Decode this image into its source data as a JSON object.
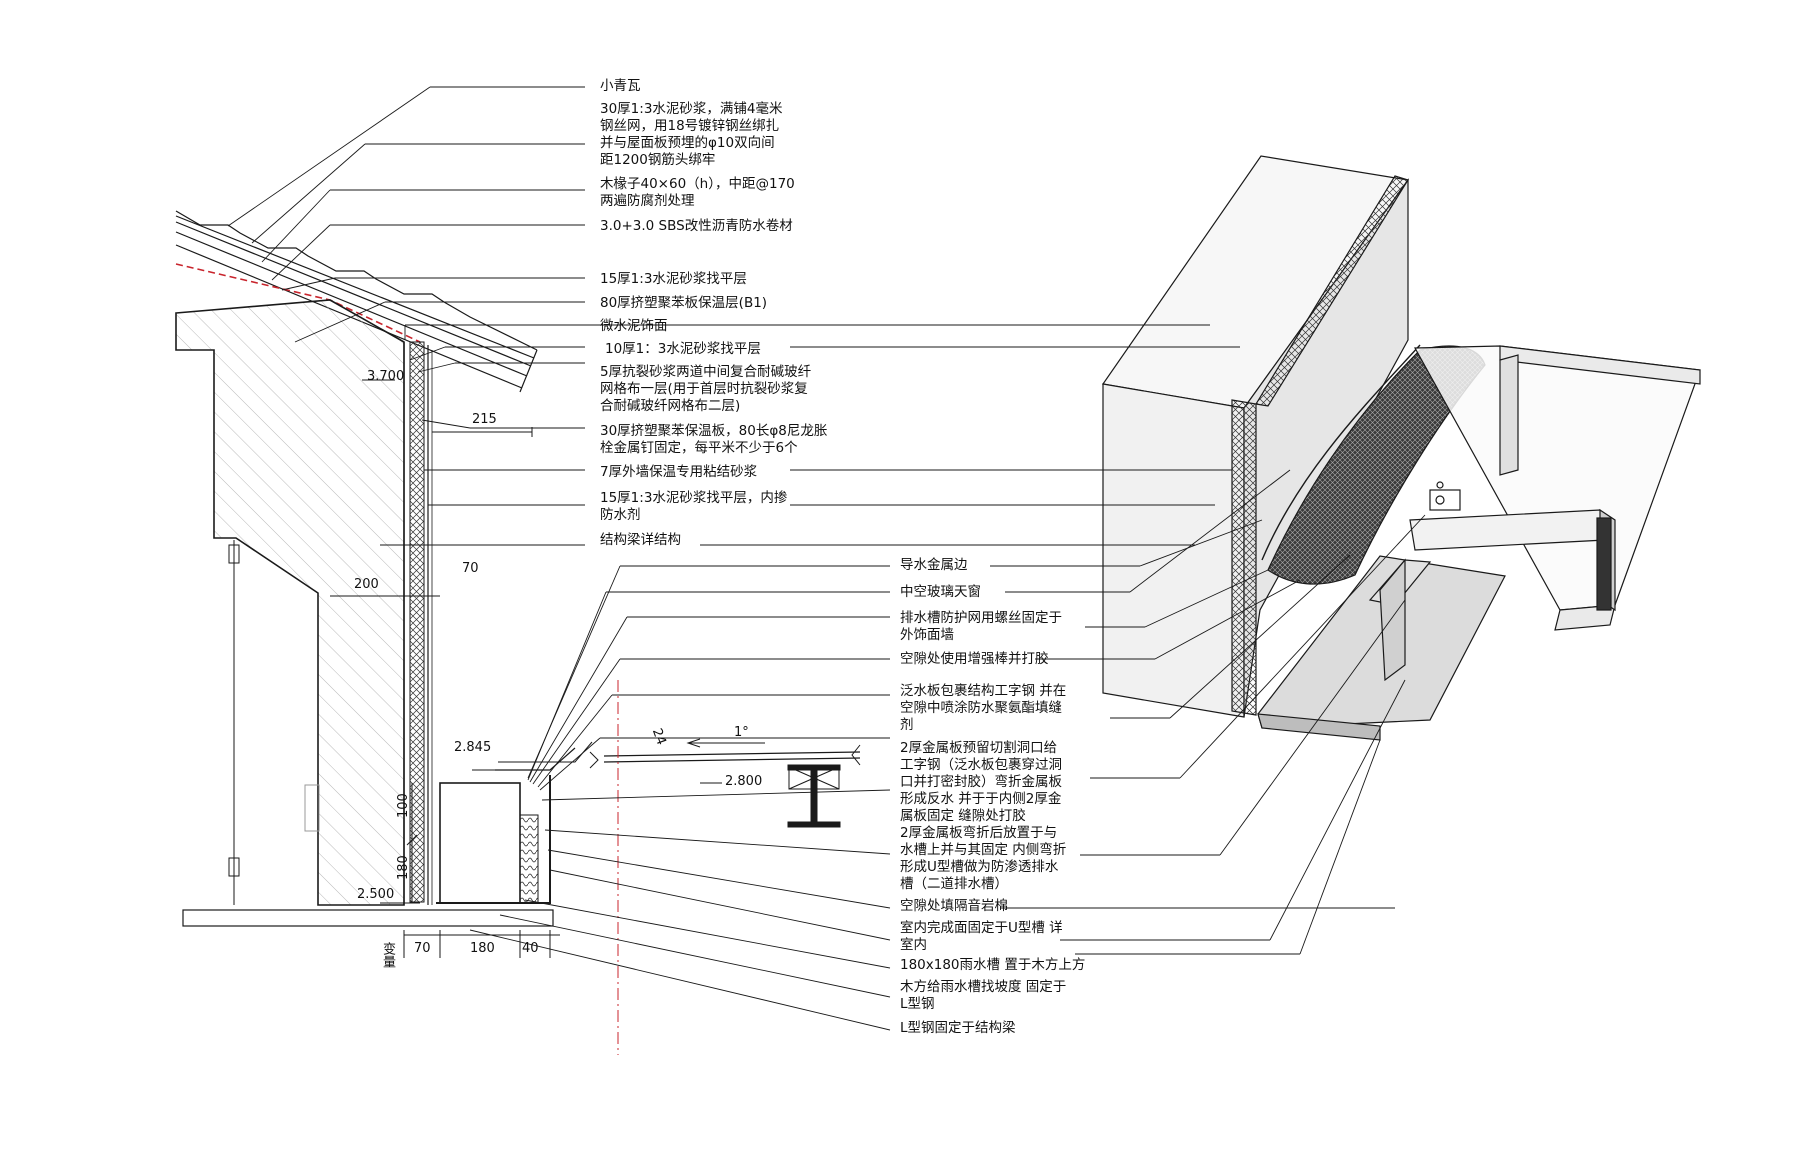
{
  "left_notes": [
    {
      "lines": [
        "小青瓦"
      ]
    },
    {
      "lines": [
        "30厚1:3水泥砂浆，满铺4毫米",
        "钢丝网，用18号镀锌钢丝绑扎",
        "并与屋面板预埋的φ10双向间",
        "距1200钢筋头绑牢"
      ]
    },
    {
      "lines": [
        "木椽子40×60（h），中距@170",
        "两遍防腐剂处理"
      ]
    },
    {
      "lines": [
        "3.0+3.0 SBS改性沥青防水卷材"
      ]
    },
    {
      "lines": [
        "15厚1:3水泥砂浆找平层"
      ]
    },
    {
      "lines": [
        "80厚挤塑聚苯板保温层(B1)"
      ]
    },
    {
      "lines": [
        "微水泥饰面"
      ]
    },
    {
      "lines": [
        "10厚1：3水泥砂浆找平层"
      ]
    },
    {
      "lines": [
        "5厚抗裂砂浆两道中间复合耐碱玻纤",
        "网格布一层(用于首层时抗裂砂浆复",
        "合耐碱玻纤网格布二层)"
      ]
    },
    {
      "lines": [
        "30厚挤塑聚苯保温板，80长φ8尼龙胀",
        "栓金属钉固定，每平米不少于6个"
      ]
    },
    {
      "lines": [
        "7厚外墙保温专用粘结砂浆"
      ]
    },
    {
      "lines": [
        "15厚1:3水泥砂浆找平层，内掺",
        "防水剂"
      ]
    },
    {
      "lines": [
        "结构梁详结构"
      ]
    }
  ],
  "right_notes": [
    {
      "lines": [
        "导水金属边"
      ]
    },
    {
      "lines": [
        "中空玻璃天窗"
      ]
    },
    {
      "lines": [
        "排水槽防护网用螺丝固定于",
        "外饰面墙"
      ]
    },
    {
      "lines": [
        "空隙处使用增强棒并打胶"
      ]
    },
    {
      "lines": [
        "泛水板包裹结构工字钢 并在",
        "空隙中喷涂防水聚氨酯填缝",
        "剂"
      ]
    },
    {
      "lines": [
        "2厚金属板预留切割洞口给",
        "工字钢（泛水板包裹穿过洞",
        "口并打密封胶）弯折金属板",
        "形成反水 并于于内侧2厚金",
        "属板固定 缝隙处打胶"
      ]
    },
    {
      "lines": [
        "2厚金属板弯折后放置于与",
        "水槽上并与其固定 内侧弯折",
        "形成U型槽做为防渗透排水",
        "槽（二道排水槽）"
      ]
    },
    {
      "lines": [
        "空隙处填隔音岩棉"
      ]
    },
    {
      "lines": [
        "室内完成面固定于U型槽 详",
        "室内"
      ]
    },
    {
      "lines": [
        "180x180雨水槽 置于木方上方"
      ]
    },
    {
      "lines": [
        "木方给雨水槽找坡度 固定于",
        "L型钢"
      ]
    },
    {
      "lines": [
        "L型钢固定于结构梁"
      ]
    }
  ],
  "dimensions": {
    "elev_3700": "3.700",
    "dim_215": "215",
    "dim_70_upper": "70",
    "dim_200": "200",
    "elev_2845": "2.845",
    "dim_24": "24",
    "slope_1deg": "1°",
    "elev_2800": "2.800",
    "dim_100": "100",
    "dim_180_vert": "180",
    "elev_2500": "2.500",
    "bottom_var": "变量",
    "bottom_70": "70",
    "bottom_180": "180",
    "bottom_40": "40"
  },
  "colors": {
    "line": "#1a1a1a",
    "hatch": "#8a8a8a",
    "red_dashed": "#c8242c",
    "iso_face_light": "#f3f3f3",
    "iso_face_mid": "#dedede",
    "iso_face_dark": "#c4c4c4"
  }
}
